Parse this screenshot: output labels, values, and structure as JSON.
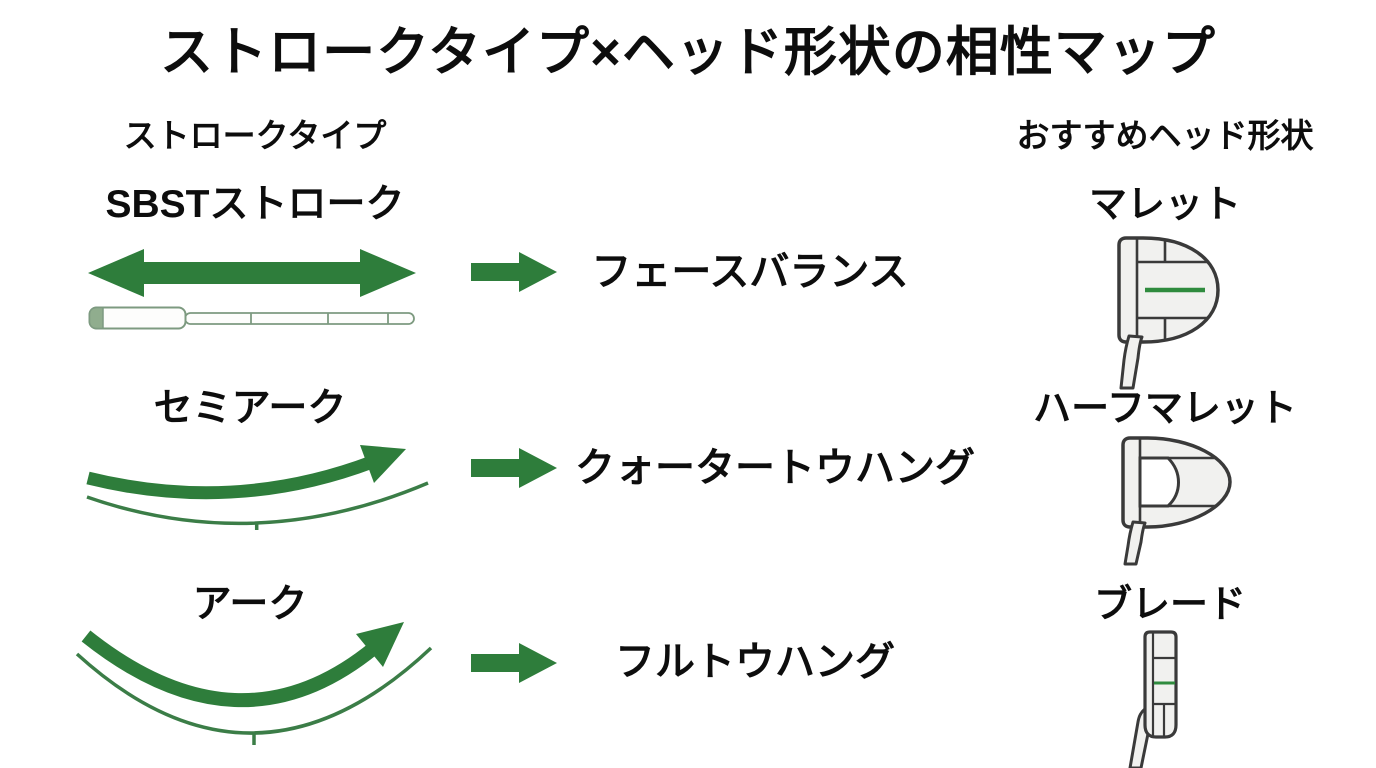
{
  "title": "ストロークタイプ×ヘッド形状の相性マップ",
  "headers": {
    "stroke_type": "ストロークタイプ",
    "head_shape": "おすすめヘッド形状"
  },
  "rows": [
    {
      "stroke_type": "SBSTストローク",
      "stroke_icon": "straight-double-arrow",
      "extra_icon": "putter-shaft-balance",
      "arrow_icon": "right-arrow",
      "balance": "フェースバランス",
      "head_shape": "マレット",
      "head_icon": "mallet-putter"
    },
    {
      "stroke_type": "セミアーク",
      "stroke_icon": "semi-arc-arrow",
      "arrow_icon": "right-arrow",
      "balance": "クォータートウハング",
      "head_shape": "ハーフマレット",
      "head_icon": "half-mallet-putter"
    },
    {
      "stroke_type": "アーク",
      "stroke_icon": "arc-arrow",
      "arrow_icon": "right-arrow",
      "balance": "フルトウハング",
      "head_shape": "ブレード",
      "head_icon": "blade-putter"
    }
  ],
  "colors": {
    "arrow_green": "#2e7d3b",
    "arc_green": "#3b7d47",
    "alignment_green": "#2f8b3e",
    "outline_dark": "#3a3a3a",
    "putter_fill": "#f1f1ef",
    "shaft_outline_green": "#7d9a80",
    "grip_cap_green": "#90ad8e",
    "text": "#0d0d0d",
    "background": "#ffffff"
  }
}
